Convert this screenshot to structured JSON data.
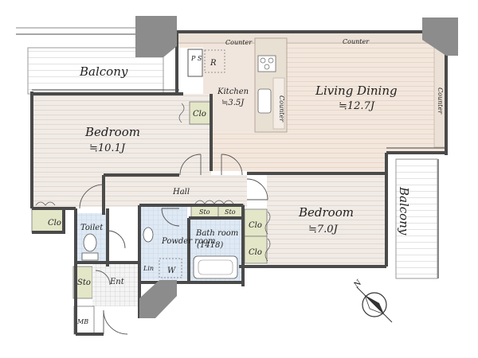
{
  "rooms": {
    "living": {
      "label": "Living Dining",
      "area": "≒12.7J"
    },
    "kitchen": {
      "label": "Kitchen",
      "area": "≒3.5J"
    },
    "bedroom_west": {
      "label": "Bedroom",
      "area": "≒10.1J"
    },
    "bedroom_south": {
      "label": "Bedroom",
      "area": "≒7.0J"
    },
    "balcony_north": {
      "label": "Balcony"
    },
    "balcony_east": {
      "label": "Balcony"
    },
    "hall": {
      "label": "Hall"
    },
    "toilet": {
      "label": "Toilet"
    },
    "powder": {
      "label": "Powder room"
    },
    "bath": {
      "label": "Bath room",
      "size": "(1418)"
    },
    "entrance": {
      "label": "Ent"
    }
  },
  "fixtures": {
    "counter": "Counter",
    "clo": "Clo",
    "sto": "Sto",
    "ps": "P S",
    "r": "R",
    "w": "W",
    "lin": "Lin",
    "mb": "MB"
  },
  "colors": {
    "wall": "#4a4a4a",
    "column": "#8c8c8c",
    "floor_living": "#f2e6dd",
    "floor_bedroom": "#f0eae6",
    "floor_bath": "#dde9f5",
    "storage": "#e4e6c8",
    "counter": "#e9e0d4"
  },
  "compass": {
    "label": "N"
  }
}
